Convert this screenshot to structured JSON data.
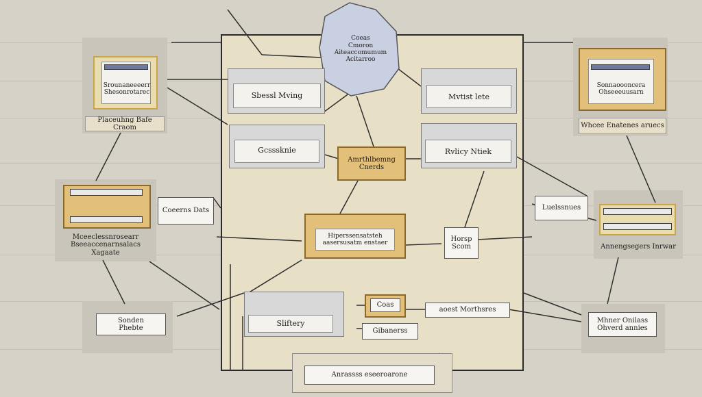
{
  "diagram": {
    "hexagon": {
      "label": "Coeas\nCmoron\nAiteaccomumum\nAcitarroo"
    },
    "center_top_left": {
      "label": "Sbessl Mving"
    },
    "center_mid_left": {
      "label": "Gcsssknie"
    },
    "center_top_right": {
      "label": "Mvtist lete"
    },
    "center_mid_right": {
      "label": "Rvlicy Ntiek"
    },
    "center_hub": {
      "label": "Amrthlbemng\nCnerds"
    },
    "center_main": {
      "label": "Hiperssensatsteh\naasersusatm enstaer"
    },
    "center_small_right": {
      "label": "Horsp\nScom"
    },
    "center_bottom_left": {
      "label": "Sliftery"
    },
    "center_bottom_tag": {
      "label": "Coas"
    },
    "center_bottom_sub": {
      "label": "Gibanerss"
    },
    "center_bottom_right": {
      "label": "aoest Morthsres"
    },
    "bottom_footer": {
      "label": "Anrassss eseeroarone"
    },
    "left_top_card": {
      "label": "Srounaneeeerr\nShesonrotarec",
      "caption": "Placeuhng Bafe Craom"
    },
    "left_mid_card": {
      "label": "Mceeclessnrosearr\nBseeaccenarnsalacs Xagaate"
    },
    "left_mid_chip": {
      "label": "Coeerns Dats"
    },
    "left_bottom_chip": {
      "label": "Sonden\nPhebte"
    },
    "right_top_card": {
      "label": "Sonnaoooncera\nOhseeeuusarn",
      "caption": "Whcee Enatenes aruecs"
    },
    "right_mid_chip": {
      "label": "Luelssnues"
    },
    "right_mid_card": {
      "label": "Annengsegers Inrwar"
    },
    "right_bottom_chip": {
      "label": "Mhner Onilass\nOhverd annies"
    }
  },
  "colors": {
    "background": "#d6d2c8",
    "panel": "#e8e0c6",
    "card_gold": "#e3c07a",
    "hexagon": "#c8d0e2",
    "connector": "#2f2f2f"
  }
}
